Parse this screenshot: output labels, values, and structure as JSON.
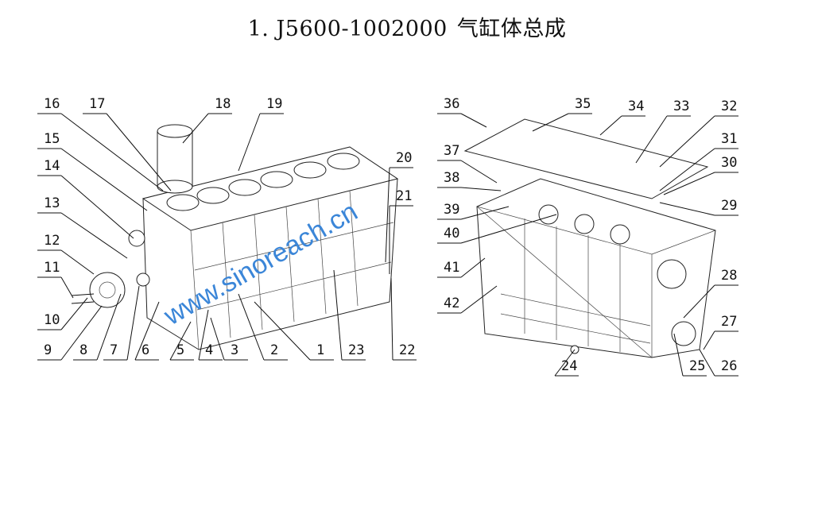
{
  "title": {
    "code": "1. J5600-1002000",
    "name": "气缸体总成"
  },
  "watermark": "www.sinoreach.cn",
  "callouts": [
    "1",
    "2",
    "3",
    "4",
    "5",
    "6",
    "7",
    "8",
    "9",
    "10",
    "11",
    "12",
    "13",
    "14",
    "15",
    "16",
    "17",
    "18",
    "19",
    "20",
    "21",
    "22",
    "23",
    "24",
    "25",
    "26",
    "27",
    "28",
    "29",
    "30",
    "31",
    "32",
    "33",
    "34",
    "35",
    "36",
    "37",
    "38",
    "39",
    "40",
    "41",
    "42"
  ]
}
